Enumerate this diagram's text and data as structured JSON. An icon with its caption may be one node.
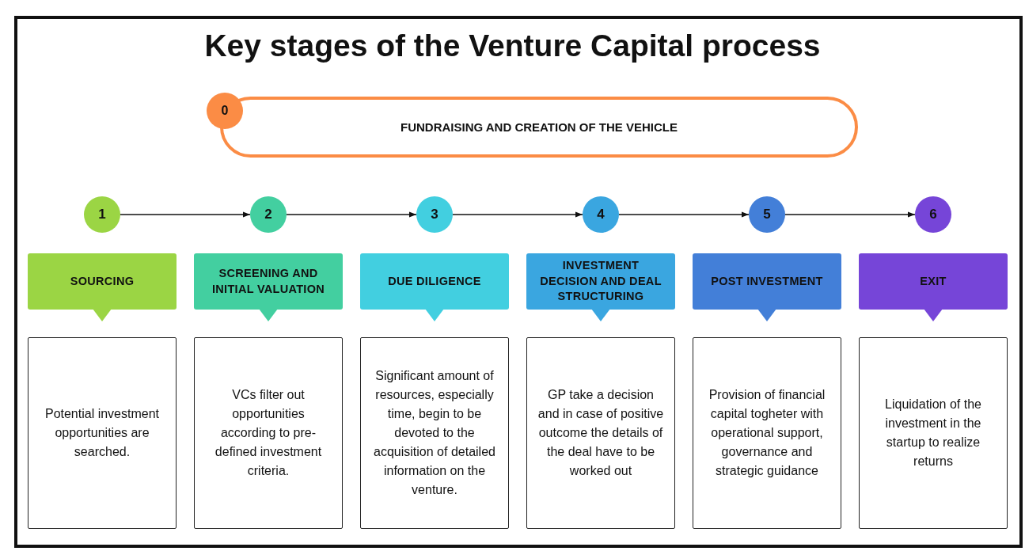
{
  "diagram": {
    "title": "Key stages of the Venture Capital process",
    "nodes": [
      {
        "text": [
          "0"
        ]
      },
      {
        "text": [
          "FUNDRAISING AND CREATION OF THE VEHICLE"
        ]
      },
      {
        "text": [
          "1"
        ]
      },
      {
        "text": [
          "2"
        ]
      },
      {
        "text": [
          "3"
        ]
      },
      {
        "text": [
          "4"
        ]
      },
      {
        "text": [
          "5"
        ]
      },
      {
        "text": [
          "6"
        ]
      },
      {
        "text": [
          "SOURCING"
        ]
      },
      {
        "text": [
          "SCREENING AND INITIAL VALUATION"
        ]
      },
      {
        "text": [
          "DUE DILIGENCE"
        ]
      },
      {
        "text": [
          "INVESTMENT DECISION AND DEAL STRUCTURING"
        ]
      },
      {
        "text": [
          "POST INVESTMENT"
        ]
      },
      {
        "text": [
          "EXIT"
        ]
      },
      {
        "text": [
          "Potential investment opportunities are searched."
        ]
      },
      {
        "text": [
          "VCs filter out opportunities according to pre-defined investment criteria."
        ]
      },
      {
        "text": [
          "Significant amount of resources, especially time, begin to be devoted to the acquisition of detailed information on the venture."
        ]
      },
      {
        "text": [
          "GP take a decision and in case of positive outcome the details of the deal have to be worked out"
        ]
      },
      {
        "text": [
          "Provision of financial capital togheter with operational support, governance and strategic guidance"
        ]
      },
      {
        "text": [
          "Liquidation of the investment in the startup to realize returns"
        ]
      }
    ],
    "edges": [
      {
        "from": 2,
        "to": 3,
        "arrow": "to"
      },
      {
        "from": 3,
        "to": 4,
        "arrow": "to"
      },
      {
        "from": 4,
        "to": 5,
        "arrow": "to"
      },
      {
        "from": 5,
        "to": 6,
        "arrow": "to"
      },
      {
        "from": 6,
        "to": 7,
        "arrow": "to"
      }
    ]
  }
}
